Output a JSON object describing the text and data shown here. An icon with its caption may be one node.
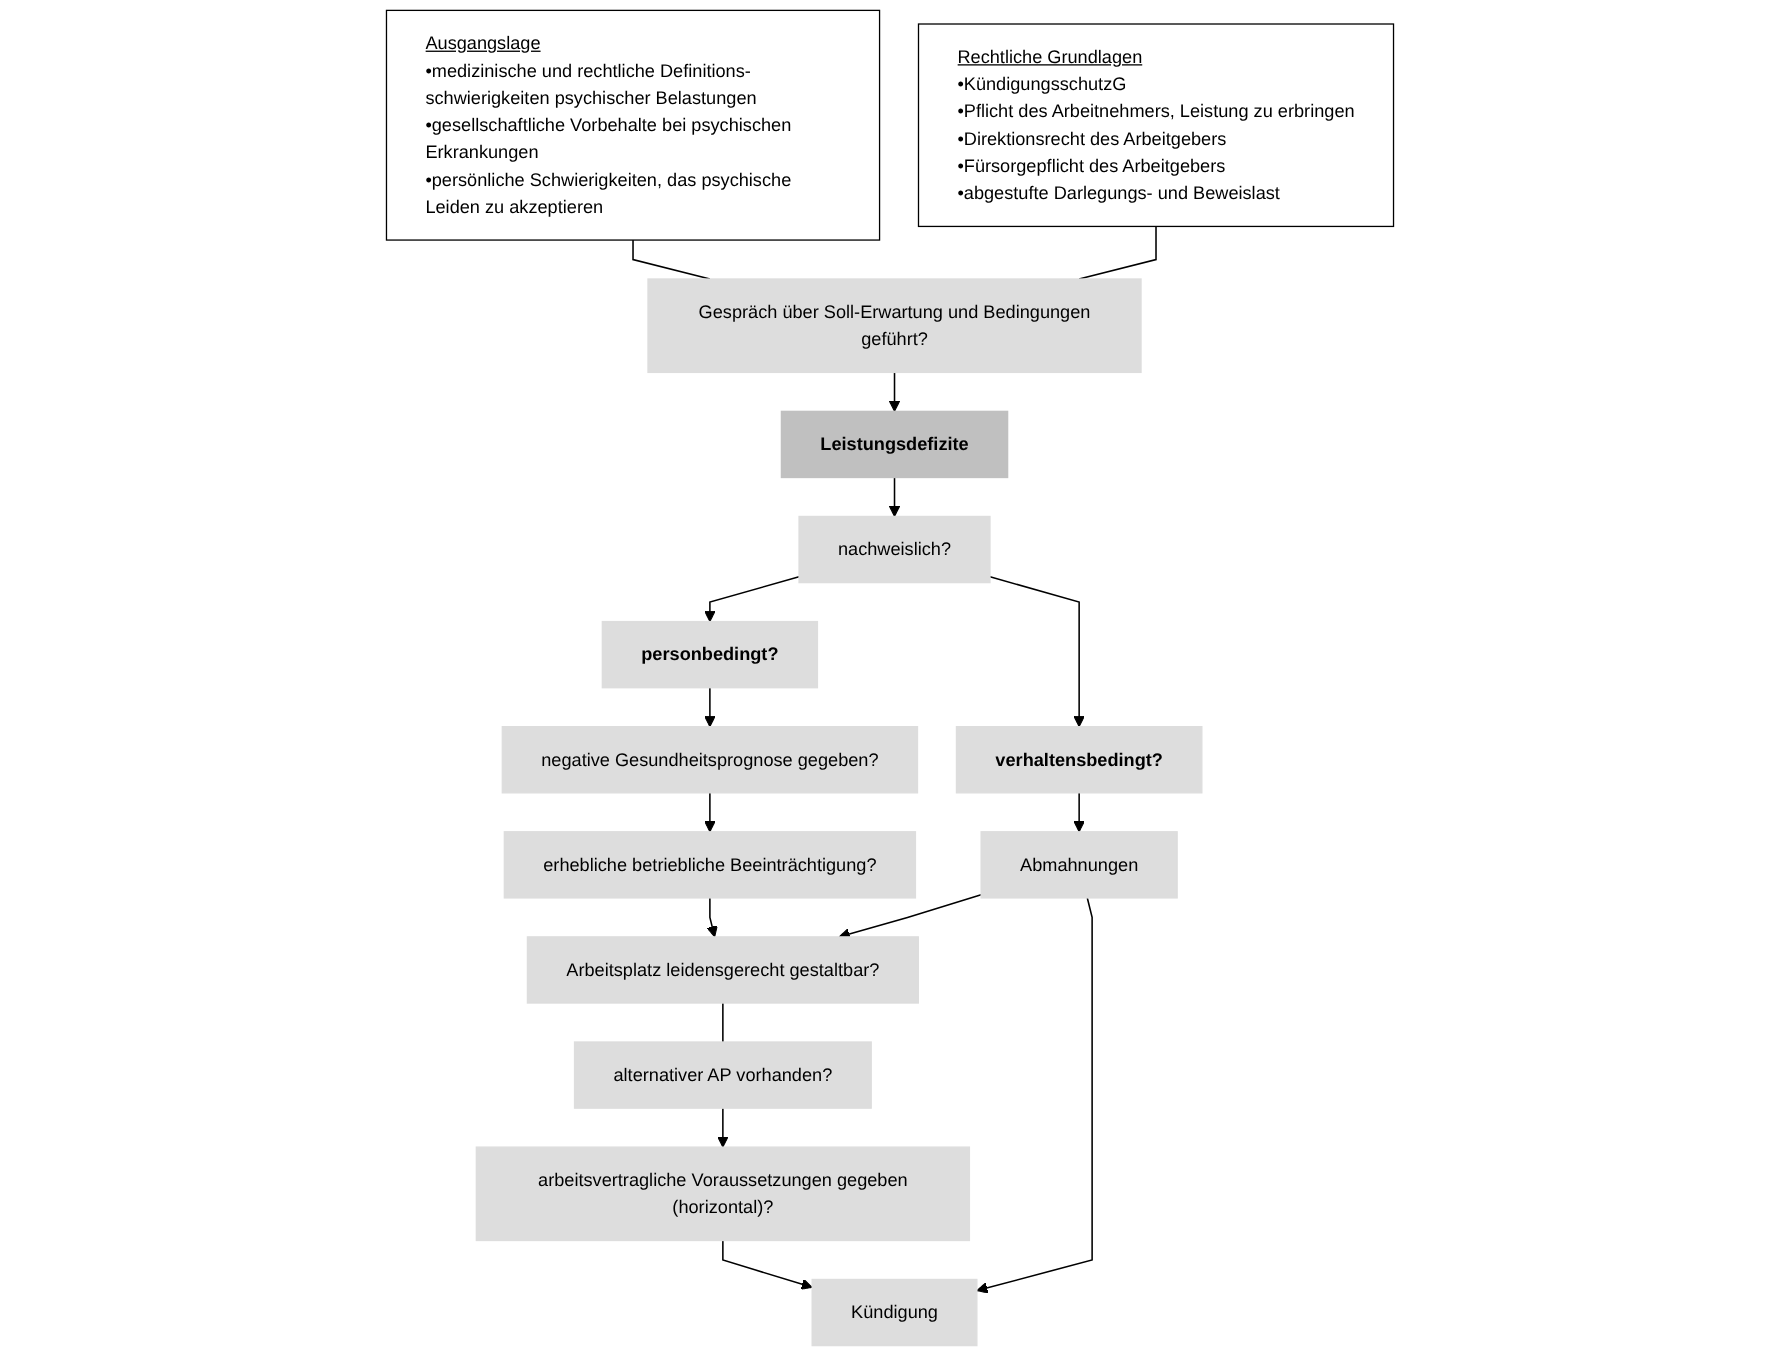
{
  "diagram": {
    "nodes": [
      {
        "text": [
          "Ausgangslage",
          "•medizinische und rechtliche Definitions-schwierigkeiten psychischer Belastungen",
          "•gesellschaftliche Vorbehalte bei psychischen Erkrankungen",
          "•persönliche Schwierigkeiten, das psychische Leiden zu akzeptieren"
        ]
      },
      {
        "text": [
          "Rechtliche Grundlagen",
          "•KündigungsschutzG",
          "•Pflicht des Arbeitnehmers, Leistung zu erbringen",
          "•Direktionsrecht des Arbeitgebers",
          "•Fürsorgepflicht des Arbeitgebers",
          "•abgestufte Darlegungs- und Beweislast"
        ]
      },
      {
        "text": [
          "Gespräch über Soll-Erwartung und Bedingungen geführt?"
        ]
      },
      {
        "text": [
          "Leistungsdefizite"
        ]
      },
      {
        "text": [
          "nachweislich?"
        ]
      },
      {
        "text": [
          "personbedingt?"
        ]
      },
      {
        "text": [
          "verhaltensbedingt?"
        ]
      },
      {
        "text": [
          "negative Gesundheitsprognose gegeben?"
        ]
      },
      {
        "text": [
          "erhebliche betriebliche Beeinträchtigung?"
        ]
      },
      {
        "text": [
          "Abmahnungen"
        ]
      },
      {
        "text": [
          "Arbeitsplatz leidensgerecht gestaltbar?"
        ]
      },
      {
        "text": [
          "alternativer AP vorhanden?"
        ]
      },
      {
        "text": [
          "arbeitsvertragliche Voraussetzungen gegeben (horizontal)?"
        ]
      },
      {
        "text": [
          "Kündigung"
        ]
      }
    ],
    "edges": [
      {
        "from": 0,
        "to": 2,
        "arrow": "none"
      },
      {
        "from": 1,
        "to": 2,
        "arrow": "none"
      },
      {
        "from": 2,
        "to": 3,
        "arrow": "to"
      },
      {
        "from": 3,
        "to": 4,
        "arrow": "to"
      },
      {
        "from": 4,
        "to": 5,
        "arrow": "to"
      },
      {
        "from": 4,
        "to": 6,
        "arrow": "to"
      },
      {
        "from": 5,
        "to": 7,
        "arrow": "to"
      },
      {
        "from": 7,
        "to": 8,
        "arrow": "to"
      },
      {
        "from": 8,
        "to": 10,
        "arrow": "to"
      },
      {
        "from": 6,
        "to": 9,
        "arrow": "to"
      },
      {
        "from": 9,
        "to": 10,
        "arrow": "to"
      },
      {
        "from": 10,
        "to": 11,
        "arrow": "none"
      },
      {
        "from": 11,
        "to": 12,
        "arrow": "to"
      },
      {
        "from": 12,
        "to": 13,
        "arrow": "to"
      },
      {
        "from": 9,
        "to": 13,
        "arrow": "to"
      }
    ]
  }
}
